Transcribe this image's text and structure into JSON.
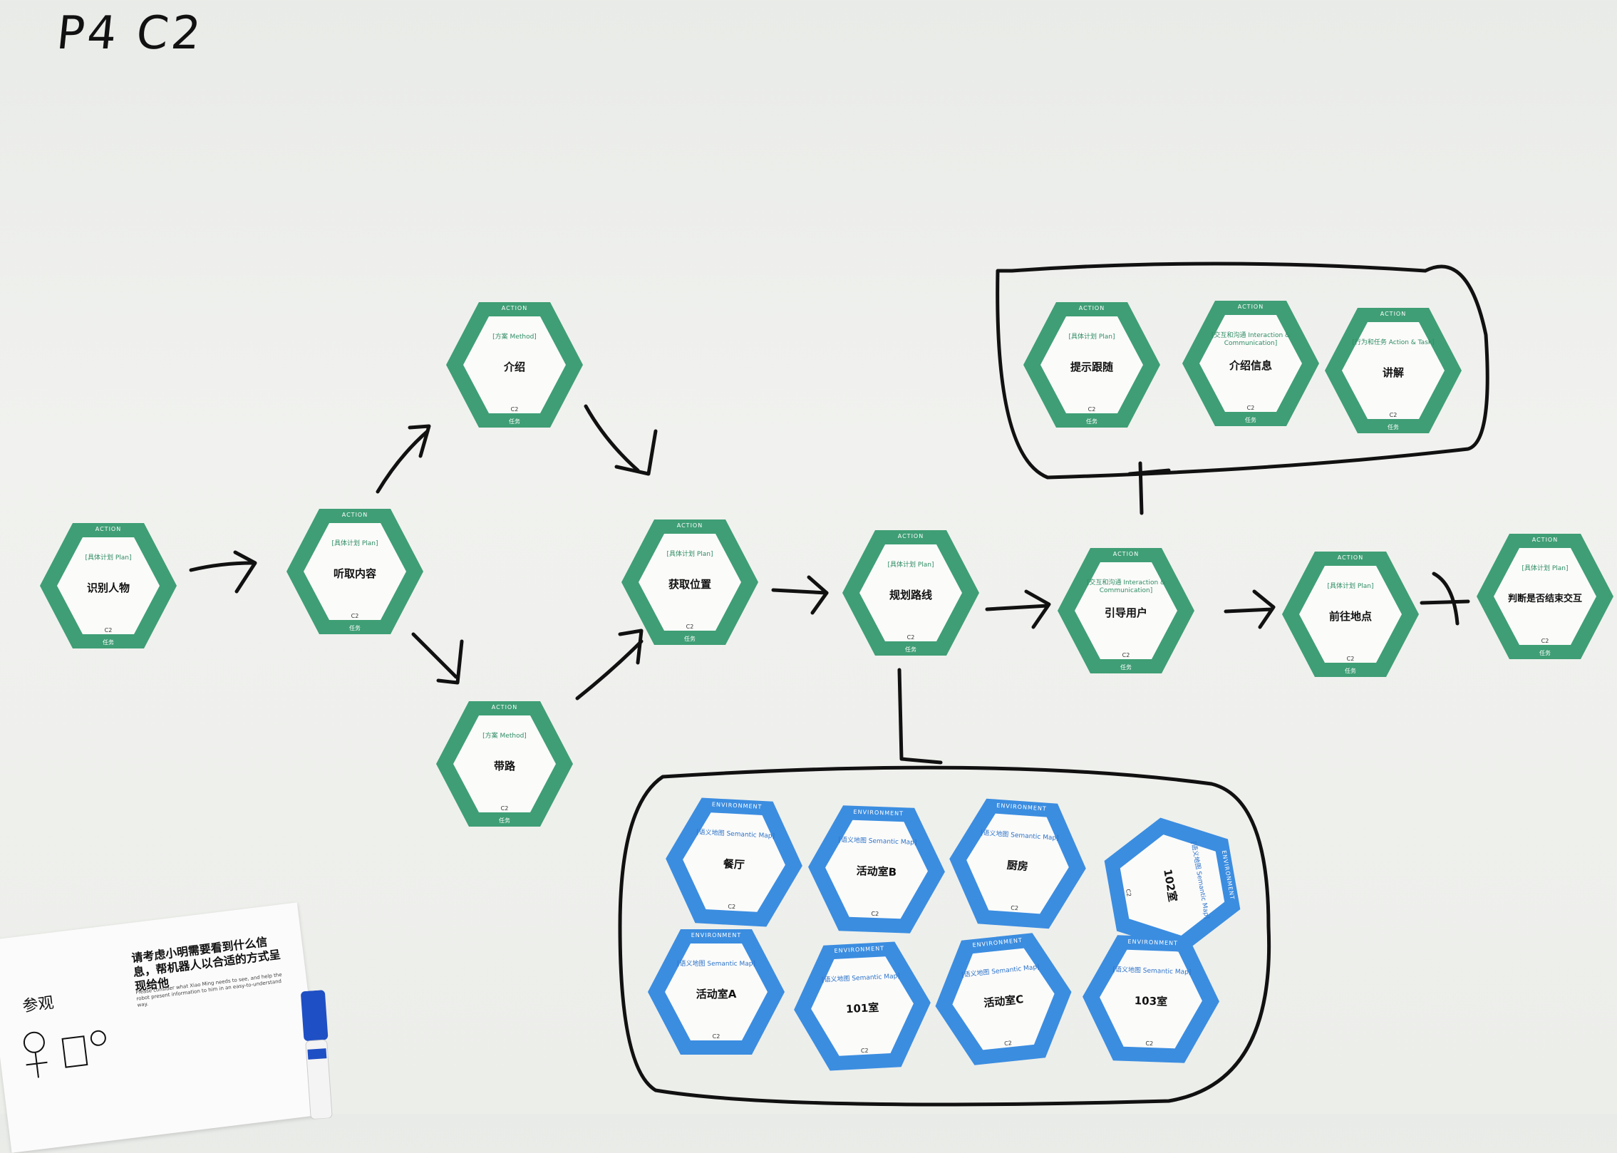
{
  "board_title": "P4 C2",
  "card_labels": {
    "action_category": "ACTION",
    "environment_category": "ENVIRONMENT",
    "code": "C2",
    "task_footer": "任务"
  },
  "action_cards": [
    {
      "type": "[具体计划 Plan]",
      "name": "识别人物"
    },
    {
      "type": "[具体计划 Plan]",
      "name": "听取内容"
    },
    {
      "type": "[方案 Method]",
      "name": "介绍"
    },
    {
      "type": "[方案 Method]",
      "name": "带路"
    },
    {
      "type": "[具体计划 Plan]",
      "name": "获取位置"
    },
    {
      "type": "[具体计划 Plan]",
      "name": "规划路线"
    },
    {
      "type": "[交互和沟通 Interaction & Communication]",
      "name": "引导用户"
    },
    {
      "type": "[具体计划 Plan]",
      "name": "前往地点"
    },
    {
      "type": "[具体计划 Plan]",
      "name": "判断是否结束交互"
    },
    {
      "type": "[具体计划 Plan]",
      "name": "提示跟随"
    },
    {
      "type": "[交互和沟通 Interaction & Communication]",
      "name": "介绍信息"
    },
    {
      "type": "[行为和任务 Action & Task]",
      "name": "讲解"
    }
  ],
  "environment_cards": [
    {
      "type": "[语义地图 Semantic Map]",
      "name": "餐厅"
    },
    {
      "type": "[语义地图 Semantic Map]",
      "name": "活动室B"
    },
    {
      "type": "[语义地图 Semantic Map]",
      "name": "厨房"
    },
    {
      "type": "[语义地图 Semantic Map]",
      "name": "102室"
    },
    {
      "type": "[语义地图 Semantic Map]",
      "name": "活动室A"
    },
    {
      "type": "[语义地图 Semantic Map]",
      "name": "101室"
    },
    {
      "type": "[语义地图 Semantic Map]",
      "name": "活动室C"
    },
    {
      "type": "[语义地图 Semantic Map]",
      "name": "103室"
    }
  ],
  "instruction_sheet": {
    "heading": "请考虑小明需要看到什么信息，帮机器人以合适的方式呈现给他",
    "subtext": "Please consider what Xiao Ming needs to see, and help the robot present information to him in an easy-to-understand way.",
    "sketch_text": "参观"
  },
  "colors": {
    "action_green": "#3f9e75",
    "environment_blue": "#3b8de0",
    "marker_blue": "#1f4fc4",
    "ink": "#111111"
  }
}
